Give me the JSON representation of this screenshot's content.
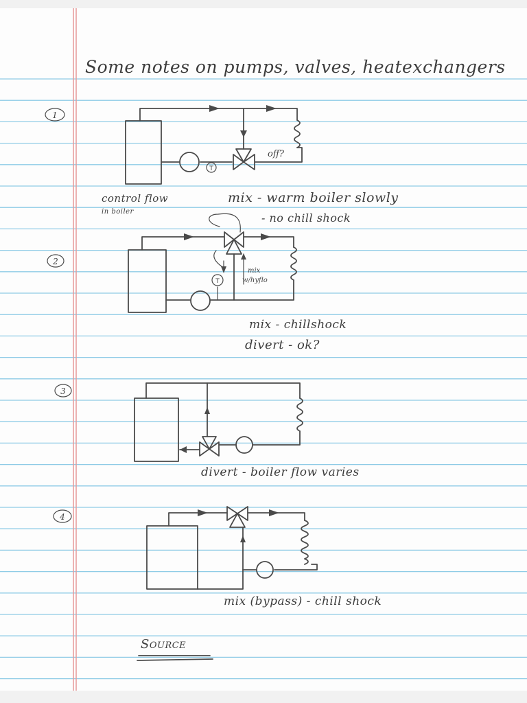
{
  "title": "Some notes on pumps, valves, heatexchangers",
  "colors": {
    "paper": "#fdfdfd",
    "rule": "#8ecbe6",
    "margin_line": "#e79a9a",
    "ink": "#4a4a4a"
  },
  "diagrams": [
    {
      "number": "1",
      "labels": {
        "valve_note": "off?",
        "pump_mark": "T",
        "left_label": "control flow",
        "left_sublabel": "in boiler",
        "caption_1": "mix - warm boiler slowly",
        "caption_2": "- no chill shock"
      }
    },
    {
      "number": "2",
      "labels": {
        "sensor_mark": "T",
        "flow_note_1": "mix",
        "flow_note_2": "w/hyflo",
        "caption_1": "mix - chillshock",
        "caption_2": "divert - ok?"
      }
    },
    {
      "number": "3",
      "labels": {
        "caption_1": "divert - boiler flow varies"
      }
    },
    {
      "number": "4",
      "labels": {
        "caption_1": "mix (bypass) - chill shock"
      }
    }
  ],
  "source_label": "Source"
}
